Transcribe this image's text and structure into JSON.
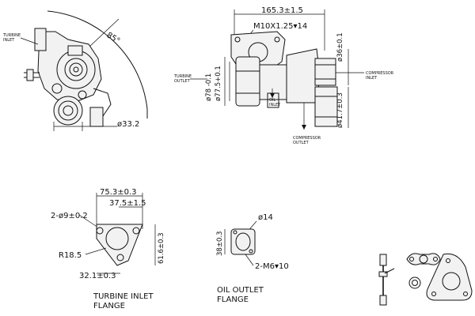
{
  "views": {
    "side": {
      "turbine_inlet_label": [
        "TURBINE",
        "INLET"
      ],
      "radius_label": "85°",
      "diameter_label": "ø33.2"
    },
    "top": {
      "length_label": "165.3±1.5",
      "thread_label": "M10X1.25▾14",
      "turbine_outlet_label": [
        "TURBINE",
        "OUTLET"
      ],
      "oil_inlet_label": [
        "OIL",
        "INLET"
      ],
      "compressor_inlet_label": [
        "COMPRESSOR",
        "INLET"
      ],
      "compressor_outlet_label": [
        "COMPRESSOR",
        "OUTLET"
      ],
      "dia_78_label": "ø78 -0.1",
      "dia_77_label": "ø77.5+0.1",
      "dia_36_label": "ø36±0.1",
      "dia_41_label": "ø41.7±0.3"
    },
    "turbine_flange": {
      "width_label": "75.3±0.3",
      "offset_label": "37.5±1.5",
      "holes_label": "2-ø9±0.2",
      "radius_label": "R18.5",
      "height_label": "61.6±0.3",
      "bottom_label": "32.1±0.3",
      "caption": [
        "TURBINE INLET",
        "FLANGE"
      ]
    },
    "oil_flange": {
      "dia_label": "ø14",
      "height_label": "38±0.3",
      "bolts_label": "2-M6▾10",
      "caption": [
        "OIL OUTLET",
        "FLANGE"
      ]
    }
  }
}
